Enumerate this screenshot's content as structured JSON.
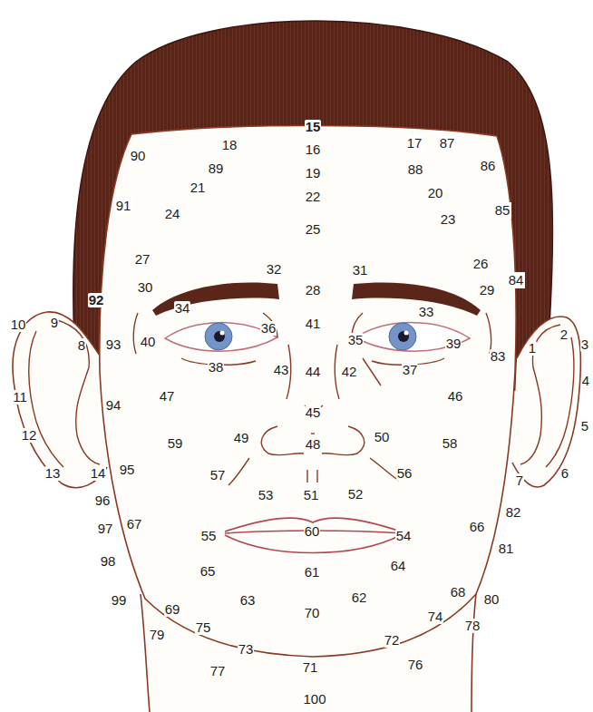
{
  "diagram": {
    "labels": [
      "15",
      "16",
      "17",
      "87",
      "18",
      "90",
      "89",
      "19",
      "88",
      "86",
      "21",
      "20",
      "22",
      "91",
      "24",
      "23",
      "85",
      "25",
      "27",
      "26",
      "32",
      "31",
      "84",
      "30",
      "29",
      "28",
      "92",
      "34",
      "33",
      "10",
      "9",
      "41",
      "2",
      "36",
      "35",
      "8",
      "93",
      "40",
      "39",
      "3",
      "1",
      "83",
      "38",
      "43",
      "44",
      "42",
      "37",
      "4",
      "11",
      "94",
      "47",
      "46",
      "45",
      "5",
      "12",
      "49",
      "50",
      "59",
      "48",
      "58",
      "95",
      "6",
      "13",
      "14",
      "57",
      "56",
      "7",
      "53",
      "51",
      "52",
      "96",
      "82",
      "67",
      "66",
      "97",
      "55",
      "60",
      "54",
      "81",
      "98",
      "65",
      "61",
      "64",
      "99",
      "63",
      "62",
      "68",
      "80",
      "69",
      "70",
      "74",
      "78",
      "75",
      "79",
      "73",
      "72",
      "77",
      "71",
      "76",
      "100"
    ]
  }
}
